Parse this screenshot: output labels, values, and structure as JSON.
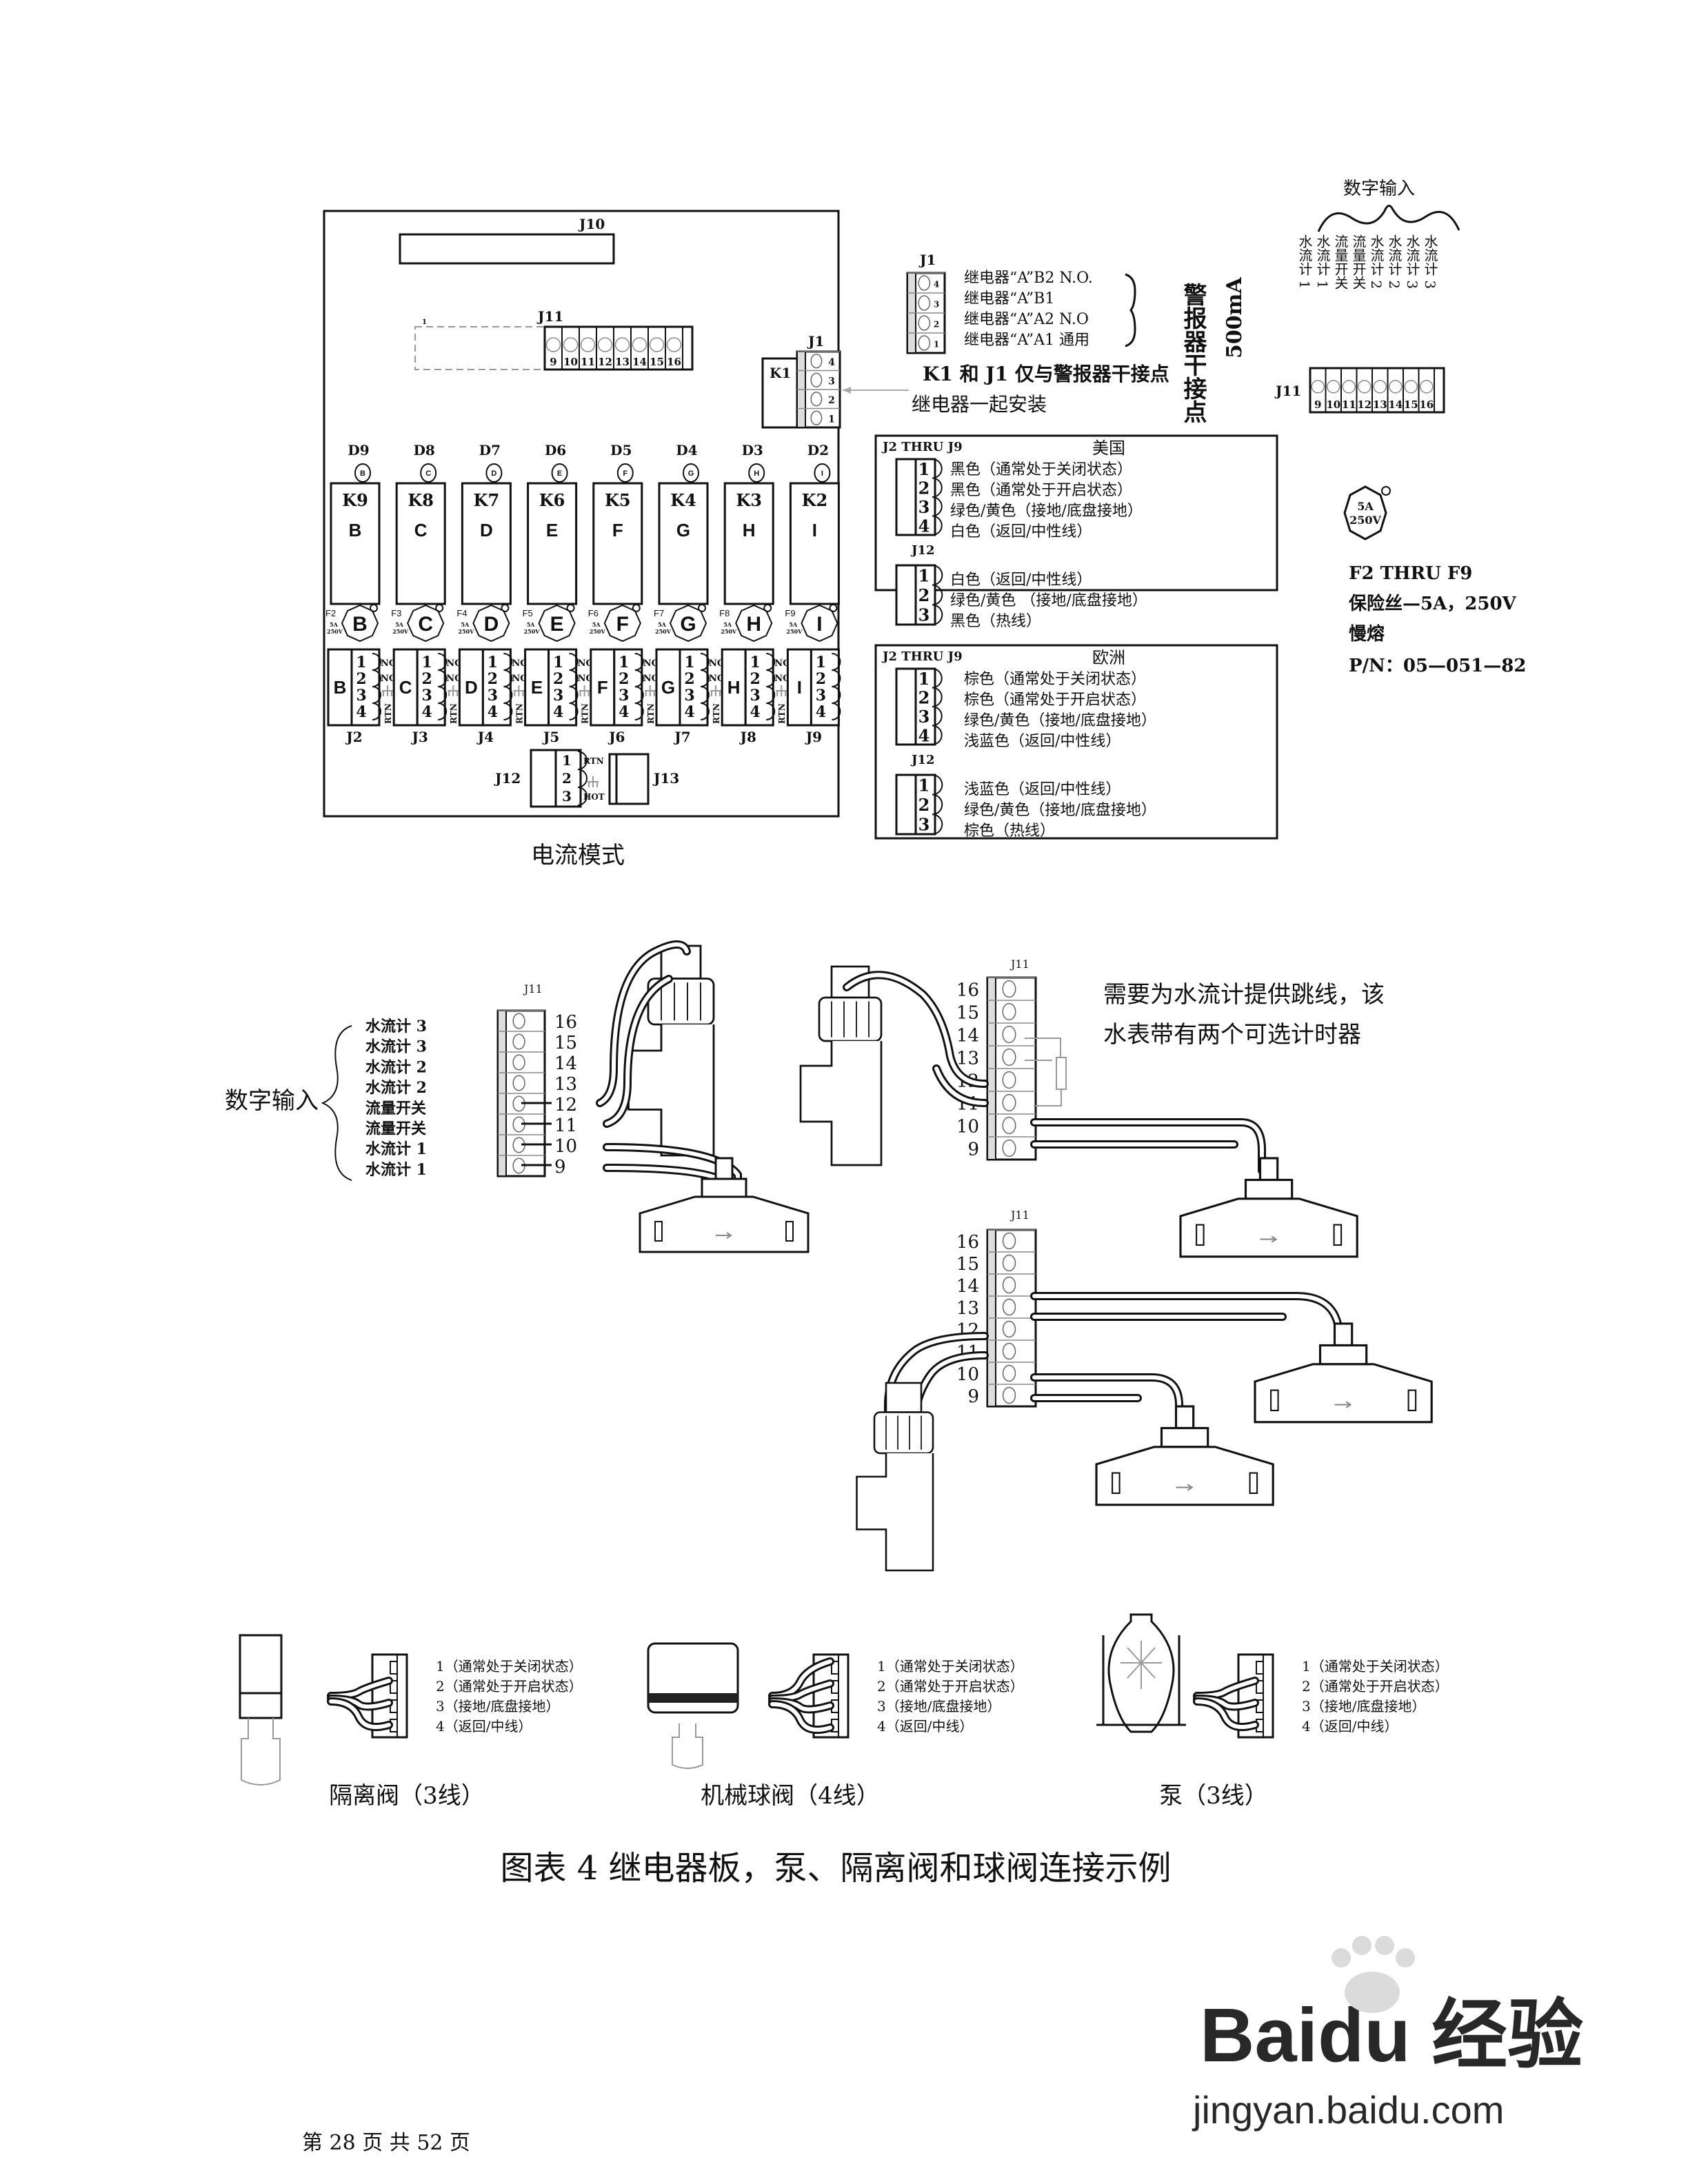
{
  "board": {
    "j10": "J10",
    "j11": "J11",
    "j11_pin1_mark": "1",
    "j11_pins": [
      "9",
      "10",
      "11",
      "12",
      "13",
      "14",
      "15",
      "16"
    ],
    "k1": "K1",
    "j1": "J1",
    "j1_pins": [
      "4",
      "3",
      "2",
      "1"
    ],
    "channels": [
      {
        "led_ref": "D9",
        "led": "B",
        "relay": "K9",
        "letter": "B",
        "fuse_ref": "F2",
        "connector": "J2"
      },
      {
        "led_ref": "D8",
        "led": "C",
        "relay": "K8",
        "letter": "C",
        "fuse_ref": "F3",
        "connector": "J3"
      },
      {
        "led_ref": "D7",
        "led": "D",
        "relay": "K7",
        "letter": "D",
        "fuse_ref": "F4",
        "connector": "J4"
      },
      {
        "led_ref": "D6",
        "led": "E",
        "relay": "K6",
        "letter": "E",
        "fuse_ref": "F5",
        "connector": "J5"
      },
      {
        "led_ref": "D5",
        "led": "F",
        "relay": "K5",
        "letter": "F",
        "fuse_ref": "F6",
        "connector": "J6"
      },
      {
        "led_ref": "D4",
        "led": "G",
        "relay": "K4",
        "letter": "G",
        "fuse_ref": "F7",
        "connector": "J7"
      },
      {
        "led_ref": "D3",
        "led": "H",
        "relay": "K3",
        "letter": "H",
        "fuse_ref": "F8",
        "connector": "J8"
      },
      {
        "led_ref": "D2",
        "led": "I",
        "relay": "K2",
        "letter": "I",
        "fuse_ref": "F9",
        "connector": "J9"
      }
    ],
    "fuse_rating": [
      "5A",
      "250V"
    ],
    "terminal_pins": [
      "1",
      "2",
      "3",
      "4"
    ],
    "contact_labels": [
      "NC",
      "NO",
      "RTN"
    ],
    "j12": "J12",
    "j12_pins": [
      "1",
      "2",
      "3"
    ],
    "j12_labels": [
      "RTN",
      "HOT"
    ],
    "j13": "J13",
    "caption": "电流模式"
  },
  "alarm_relay": {
    "j1": "J1",
    "pins": [
      "4",
      "3",
      "2",
      "1"
    ],
    "lines": [
      "继电器“A”B2 N.O.",
      "继电器“A”B1",
      "继电器“A”A2 N.O",
      "继电器“A”A1 通用"
    ],
    "group_label": "警报器干接点",
    "current": "500mA",
    "note_line1": "K1 和 J1 仅与警报器干接点",
    "note_line2": "继电器一起安装"
  },
  "digital_inputs_top": {
    "title": "数字输入",
    "labels": [
      "水流计 1",
      "水流计 1",
      "流量开关",
      "流量开关",
      "水流计 2",
      "水流计 2",
      "水流计 3",
      "水流计 3"
    ],
    "j11": "J11",
    "pins": [
      "9",
      "10",
      "11",
      "12",
      "13",
      "14",
      "15",
      "16"
    ]
  },
  "us_box": {
    "header": "J2 THRU J9",
    "region": "美国",
    "relay_pins": [
      "1",
      "2",
      "3",
      "4"
    ],
    "relay_lines": [
      "黑色（通常处于关闭状态）",
      "黑色（通常处于开启状态）",
      "绿色/黄色（接地/底盘接地）",
      "白色（返回/中性线）"
    ],
    "j12": "J12",
    "j12_pins": [
      "1",
      "2",
      "3"
    ],
    "j12_lines": [
      "白色（返回/中性线）",
      "绿色/黄色 （接地/底盘接地）",
      "黑色（热线）"
    ]
  },
  "eu_box": {
    "header": "J2 THRU J9",
    "region": "欧洲",
    "relay_pins": [
      "1",
      "2",
      "3",
      "4"
    ],
    "relay_lines": [
      "棕色（通常处于关闭状态）",
      "棕色（通常处于开启状态）",
      "绿色/黄色（接地/底盘接地）",
      "浅蓝色（返回/中性线）"
    ],
    "j12": "J12",
    "j12_pins": [
      "1",
      "2",
      "3"
    ],
    "j12_lines": [
      "浅蓝色（返回/中性线）",
      "绿色/黄色（接地/底盘接地）",
      "棕色（热线）"
    ]
  },
  "fuse_info": {
    "icon_lines": [
      "5A",
      "250V"
    ],
    "title": "F2 THRU F9",
    "spec": "保险丝—5A，250V",
    "type": "慢熔",
    "part_number": "P/N：05—051—82"
  },
  "wiring": {
    "digital_input_label": "数字输入",
    "input_labels": [
      "水流计 3",
      "水流计 3",
      "水流计 2",
      "水流计 2",
      "流量开关",
      "流量开关",
      "水流计 1",
      "水流计 1"
    ],
    "j11": "J11",
    "pins": [
      "16",
      "15",
      "14",
      "13",
      "12",
      "11",
      "10",
      "9"
    ],
    "note_line1": "需要为水流计提供跳线，该",
    "note_line2": "水表带有两个可选计时器"
  },
  "devices": [
    {
      "caption": "隔离阀（3线）",
      "terminal_lines": [
        "1（通常处于关闭状态）",
        "2（通常处于开启状态）",
        "3（接地/底盘接地）",
        "4（返回/中线）"
      ]
    },
    {
      "caption": "机械球阀（4线）",
      "terminal_lines": [
        "1（通常处于关闭状态）",
        "2（通常处于开启状态）",
        "3（接地/底盘接地）",
        "4（返回/中线）"
      ]
    },
    {
      "caption": "泵（3线）",
      "terminal_lines": [
        "1（通常处于关闭状态）",
        "2（通常处于开启状态）",
        "3（接地/底盘接地）",
        "4（返回/中线）"
      ]
    }
  ],
  "figure_caption": "图表 4  继电器板，泵、隔离阀和球阀连接示例",
  "footer": "第 28 页  共 52 页",
  "watermark": {
    "brand": "Baidu 经验",
    "url": "jingyan.baidu.com",
    "color": "#c8c8c8"
  }
}
